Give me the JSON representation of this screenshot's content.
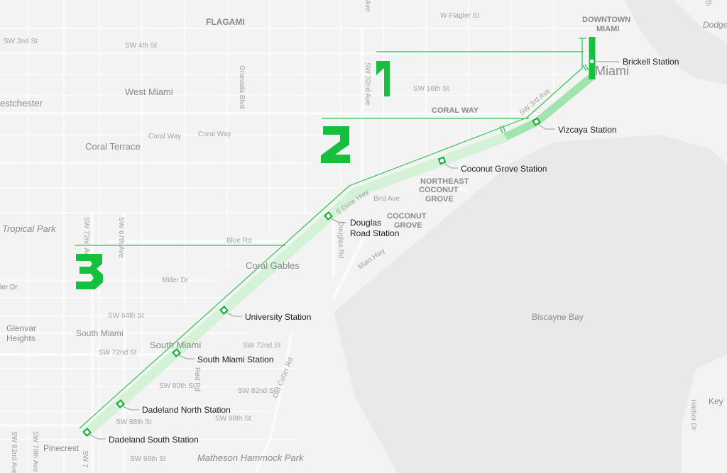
{
  "map": {
    "colors": {
      "background": "#f3f3f3",
      "water": "#e9e9e9",
      "road": "#fbfbfb",
      "route_light": "#d4f2d8",
      "route_mid": "#a3e3ad",
      "route_dark": "#16c13f",
      "outline": "#2bc64a"
    },
    "neighborhoods": {
      "flagami": "FLAGAMI",
      "downtown_1": "DOWNTOWN",
      "downtown_2": "MIAMI",
      "miami": "Miami",
      "west_miami": "West Miami",
      "westchester": "estchester",
      "coral_way": "CORAL WAY",
      "coral_terrace": "Coral Terrace",
      "ne_coconut_1": "NORTHEAST",
      "ne_coconut_2": "COCONUT",
      "ne_coconut_3": "GROVE",
      "coconut_grove_1": "COCONUT",
      "coconut_grove_2": "GROVE",
      "tropical_park": "Tropical Park",
      "coral_gables": "Coral Gables",
      "glenvar_1": "Glenvar",
      "glenvar_2": "Heights",
      "south_miami_area": "South Miami",
      "south_miami_city": "South Miami",
      "pinecrest": "Pinecrest",
      "matheson": "Matheson Hammock Park",
      "biscayne_bay": "Biscayne Bay",
      "dodge": "Dodge",
      "key": "Key",
      "dr": "ler Dr"
    },
    "streets": {
      "w_flagler": "W Flagler St",
      "sw_2nd": "SW 2nd St",
      "sw_4th": "SW 4th St",
      "sw_16th": "SW 16th St",
      "sw_32nd_ave": "SW 32nd Ave",
      "granada": "Granada Blvd",
      "coral_way_a": "Coral Way",
      "coral_way_b": "Coral Way",
      "sw_3rd_ave": "SW 3rd Ave",
      "bird_ave": "Bird Ave",
      "dixie_hwy": "S Dixie Hwy",
      "douglas_rd": "Douglas Rd",
      "main_hwy": "Main Hwy",
      "blue_rd": "Blue Rd",
      "sw_72nd_ave": "SW 72nd Ave",
      "sw_67th_ave": "SW 67th Ave",
      "miller_dr": "Miller Dr",
      "sw_64th": "SW 64th St",
      "sw_72nd_st_a": "SW 72nd St",
      "sw_72nd_st_b": "SW 72nd St",
      "sw_80th": "SW 80th St",
      "sw_82nd": "SW 82nd St",
      "sw_88th_a": "SW 88th St",
      "sw_88th_b": "SW 88th St",
      "sw_96th": "SW 96th St",
      "old_cutler": "Old Cutler Rd",
      "red_rd": "Red Rd",
      "sw_82nd_ave": "SW 82nd Ave",
      "sw_79th_ave": "SW 79th Ave",
      "sw_7x": "SW 7",
      "harbor": "Harbor Dr",
      "ave_top": "Ave",
      "st_top": "St"
    },
    "stations": {
      "brickell": "Brickell Station",
      "vizcaya": "Vizcaya Station",
      "coconut_grove": "Coconut Grove Station",
      "douglas_1": "Douglas",
      "douglas_2": "Road Station",
      "university": "University Station",
      "south_miami": "South Miami Station",
      "dadeland_north": "Dadeland North Station",
      "dadeland_south": "Dadeland South Station"
    },
    "segments": [
      "1",
      "2",
      "3"
    ]
  }
}
